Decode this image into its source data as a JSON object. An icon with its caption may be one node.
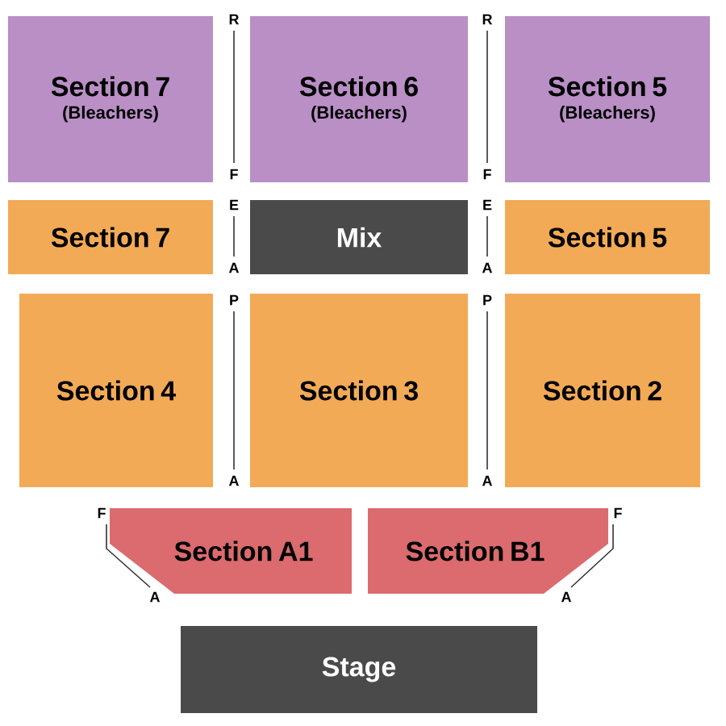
{
  "diagram": {
    "nodes": [
      {
        "text": [
          "Section 7",
          "(Bleachers)"
        ]
      },
      {
        "text": [
          "Section 6",
          "(Bleachers)"
        ]
      },
      {
        "text": [
          "Section 5",
          "(Bleachers)"
        ]
      },
      {
        "text": [
          "Section 7"
        ]
      },
      {
        "text": [
          "Mix"
        ]
      },
      {
        "text": [
          "Section 5"
        ]
      },
      {
        "text": [
          "Section 4"
        ]
      },
      {
        "text": [
          "Section 3"
        ]
      },
      {
        "text": [
          "Section 2"
        ]
      },
      {
        "text": [
          "Section A1"
        ]
      },
      {
        "text": [
          "Section B1"
        ]
      },
      {
        "text": [
          "Stage"
        ]
      }
    ],
    "edges": [],
    "labels": [
      "R",
      "R",
      "F",
      "F",
      "E",
      "E",
      "A",
      "A",
      "P",
      "P",
      "A",
      "A",
      "F",
      "F",
      "A",
      "A"
    ]
  }
}
